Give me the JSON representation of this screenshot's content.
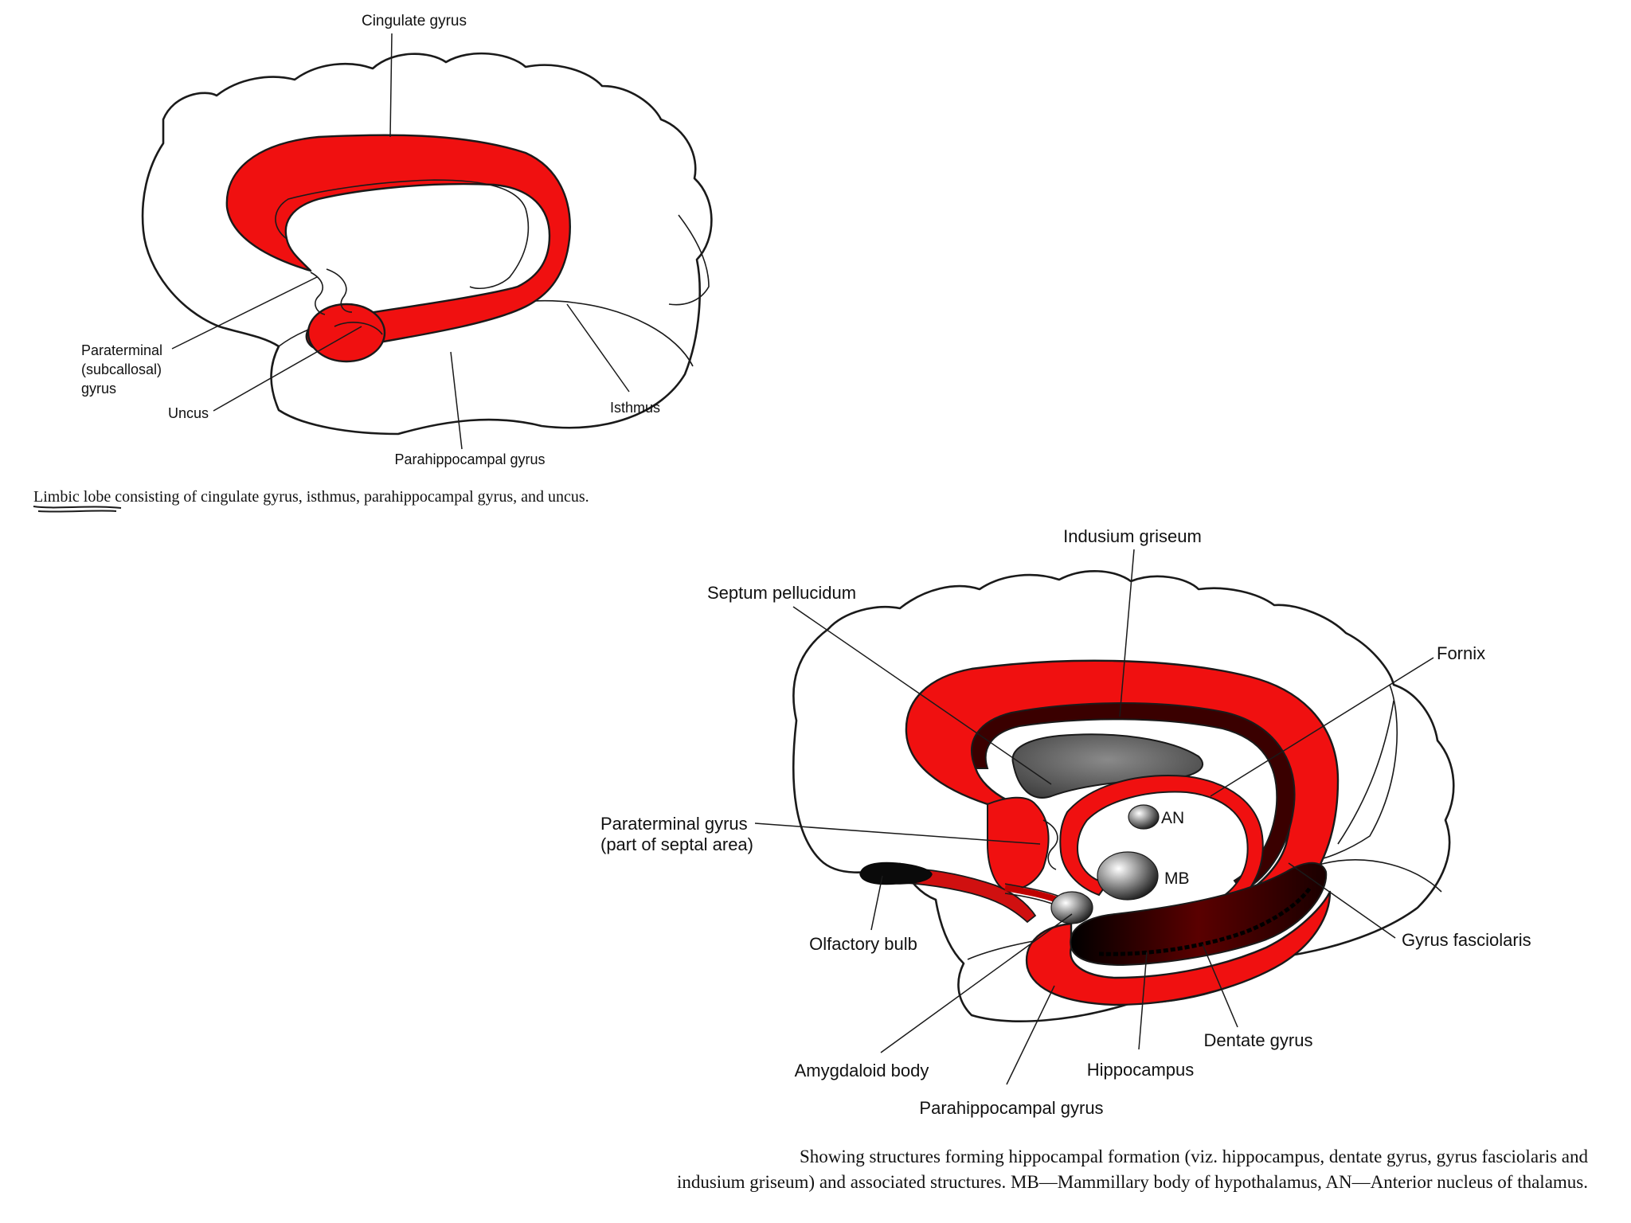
{
  "figure_top": {
    "labels": {
      "cingulate": "Cingulate gyrus",
      "paraterminal_1": "Paraterminal",
      "paraterminal_2": "(subcallosal)",
      "paraterminal_3": "gyrus",
      "uncus": "Uncus",
      "isthmus": "Isthmus",
      "parahippocampal": "Parahippocampal gyrus"
    },
    "caption_underlined": "Limbic lobe",
    "caption_rest": " consisting of cingulate gyrus, isthmus, parahippocampal gyrus, and uncus."
  },
  "figure_bottom": {
    "labels": {
      "indusium": "Indusium griseum",
      "septum": "Septum pellucidum",
      "fornix": "Fornix",
      "paraterminal_1": "Paraterminal gyrus",
      "paraterminal_2": "(part of septal area)",
      "an": "AN",
      "mb": "MB",
      "olfactory": "Olfactory bulb",
      "gyrus_fasciolaris": "Gyrus fasciolaris",
      "dentate": "Dentate gyrus",
      "amygdaloid": "Amygdaloid body",
      "hippocampus": "Hippocampus",
      "parahippocampal": "Parahippocampal gyrus"
    },
    "caption_line1": "Showing structures forming hippocampal formation (viz. hippocampus, dentate gyrus, gyrus fasciolaris and",
    "caption_line2": "indusium griseum) and associated structures. MB—Mammillary body of hypothalamus, AN—Anterior nucleus of thalamus."
  },
  "colors": {
    "limbic_red": "#f01010",
    "dark_red": "#5a0000",
    "septum_gray": "#555555",
    "outline": "#1a1a1a"
  }
}
